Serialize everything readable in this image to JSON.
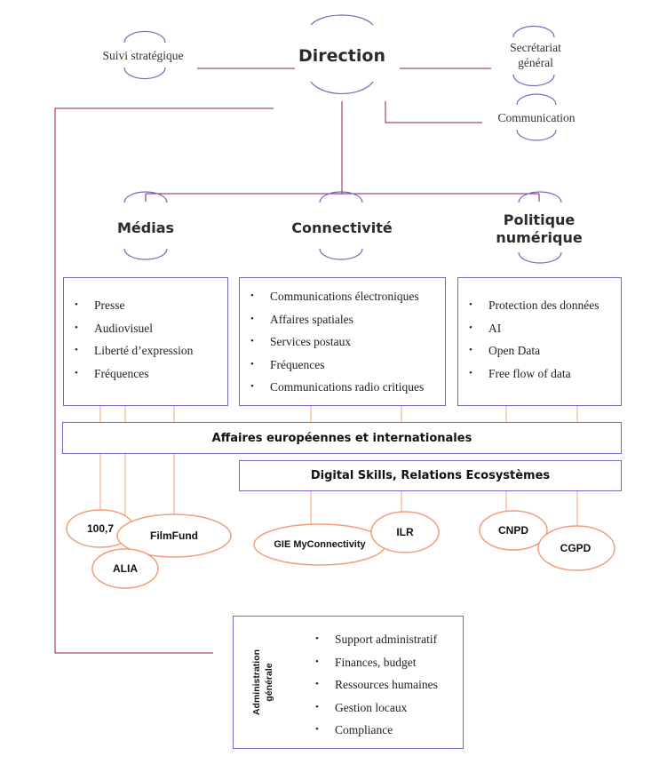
{
  "top": {
    "direction": "Direction",
    "suivi": "Suivi stratégique",
    "secretariat_line1": "Secrétariat",
    "secretariat_line2": "général",
    "communication": "Communication"
  },
  "departments": {
    "medias": {
      "title": "Médias",
      "items": [
        "Presse",
        "Audiovisuel",
        "Liberté d’expression",
        "Fréquences"
      ]
    },
    "connectivite": {
      "title": "Connectivité",
      "items": [
        "Communications électroniques",
        "Affaires spatiales",
        "Services postaux",
        "Fréquences",
        "Communications radio critiques"
      ]
    },
    "politique": {
      "title_line1": "Politique",
      "title_line2": "numérique",
      "items": [
        "Protection des données",
        "AI",
        "Open Data",
        "Free flow of data"
      ]
    }
  },
  "banners": {
    "affaires": "Affaires européennes et internationales",
    "digital": "Digital Skills, Relations Ecosystèmes"
  },
  "entities": {
    "e100": "100,7",
    "filmfund": "FilmFund",
    "alia": "ALIA",
    "gie": "GIE MyConnectivity",
    "ilr": "ILR",
    "cnpd": "CNPD",
    "cgpd": "CGPD"
  },
  "admin": {
    "label_line1": "Administration",
    "label_line2": "générale",
    "items": [
      "Support administratif",
      "Finances, budget",
      "Ressources humaines",
      "Gestion locaux",
      "Compliance"
    ]
  },
  "colors": {
    "structure": "#7a68c0",
    "connector": "#8b1a5a",
    "entity": "#ef9f7a"
  }
}
